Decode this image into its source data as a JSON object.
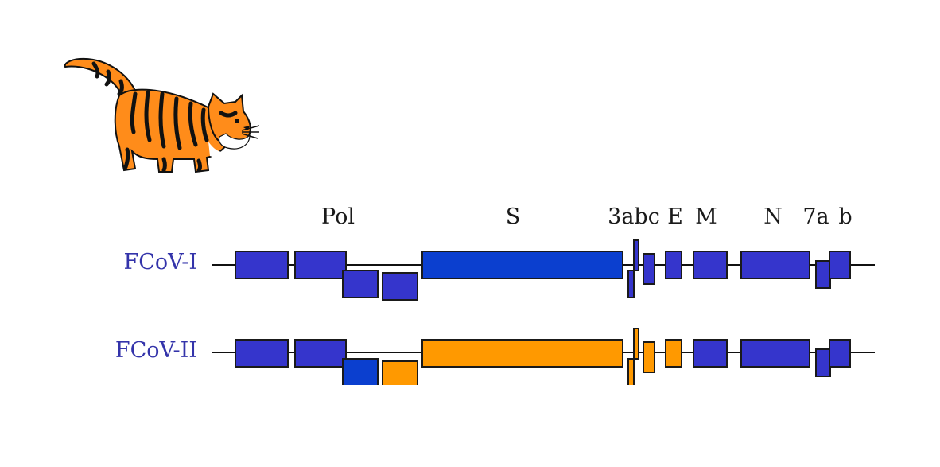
{
  "gene_labels": {
    "pol": "Pol",
    "s": "S",
    "abc": "3abc",
    "e": "E",
    "m": "M",
    "n": "N",
    "seven_a": "7a",
    "b": "b"
  },
  "rows": {
    "fcov1": "FCoV-I",
    "fcov2": "FCoV-II"
  },
  "colors": {
    "blue": "#3535cc",
    "spike_blue": "#0b3fcf",
    "orange": "#ff9900",
    "label_blue": "#3333aa",
    "outline": "#1a1a1a"
  },
  "illustration": "cat-icon"
}
